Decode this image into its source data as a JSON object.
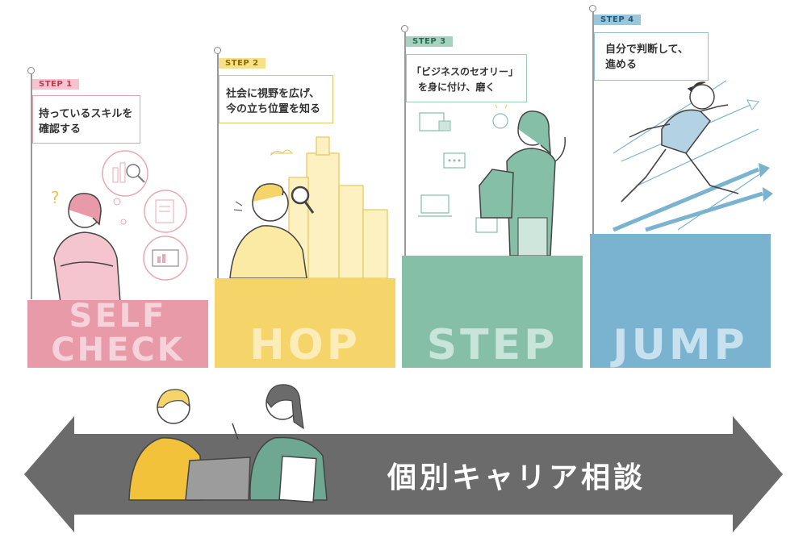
{
  "steps": [
    {
      "tag": "STEP 1",
      "text1": "持っているスキルを",
      "text2": "確認する",
      "label1": "SELF",
      "label2": "CHECK",
      "color": "#e89aa8",
      "tag_bg": "#e89aa8",
      "tag_fg": "#c0364f",
      "label_color": "#f6d3da"
    },
    {
      "tag": "STEP 2",
      "text1": "社会に視野を広げ、",
      "text2": "今の立ち位置を知る",
      "label1": "HOP",
      "color": "#f5d46a",
      "tag_bg": "#f5d46a",
      "tag_fg": "#8a6b00",
      "label_color": "#fbecb8"
    },
    {
      "tag": "STEP 3",
      "text1": "「ビジネスのセオリー」",
      "text2": "を身に付け、磨く",
      "label1": "STEP",
      "color": "#85bfa8",
      "tag_bg": "#85bfa8",
      "tag_fg": "#2d6a55",
      "label_color": "#c9e4d9"
    },
    {
      "tag": "STEP 4",
      "text1": "自分で判断して、",
      "text2": "進める",
      "label1": "JUMP",
      "color": "#7ab3d0",
      "tag_bg": "#7ab3d0",
      "tag_fg": "#1f5b7c",
      "label_color": "#c8e1ee"
    }
  ],
  "bottom": {
    "label": "個別キャリア相談",
    "arrow_color": "#6b6b6b"
  }
}
